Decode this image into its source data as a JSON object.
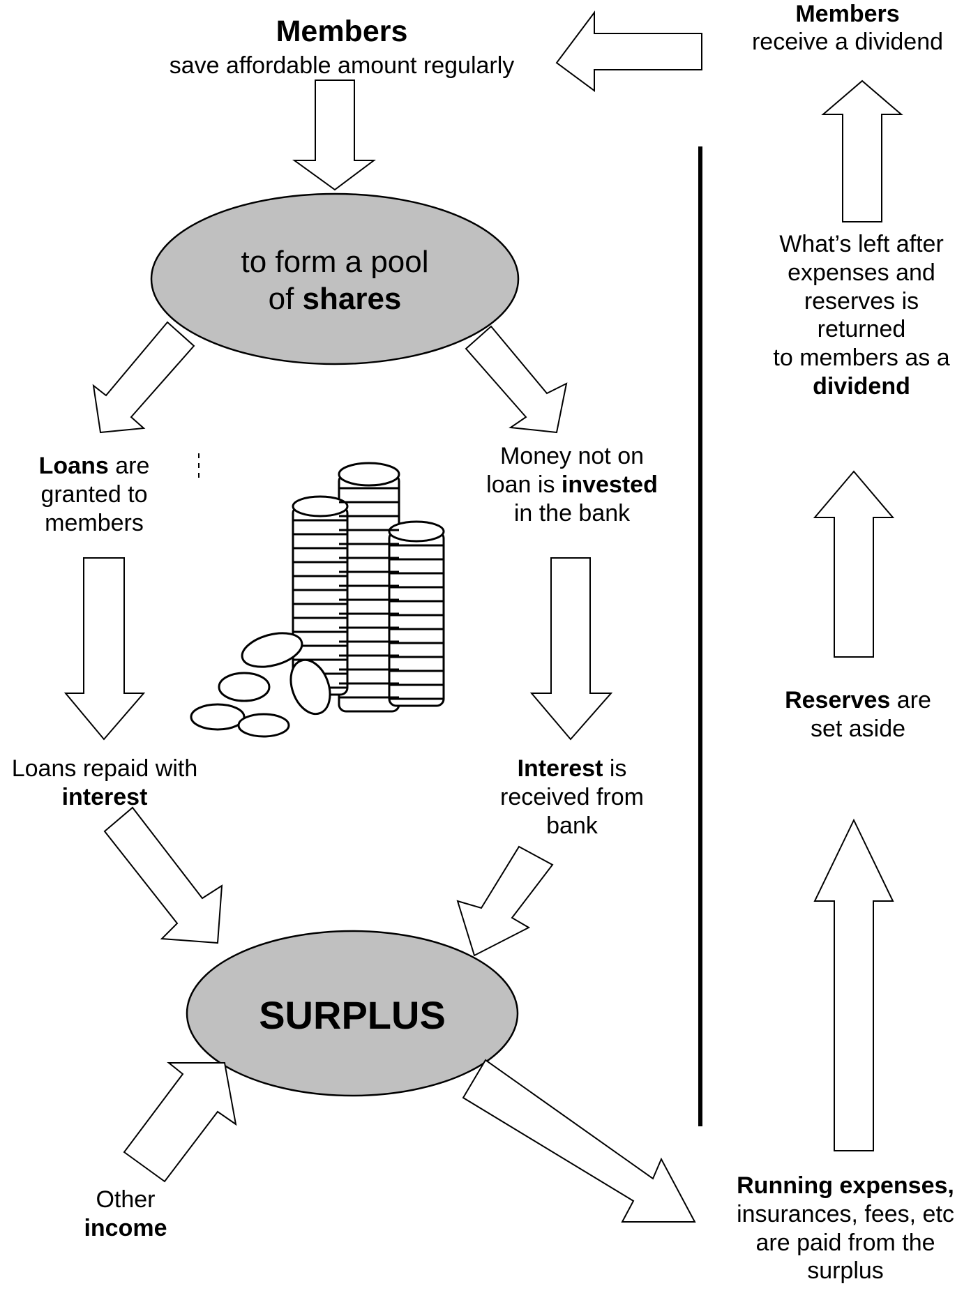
{
  "top_members": {
    "title": "Members",
    "subtitle": "save affordable amount regularly"
  },
  "dividend_members": {
    "title": "Members",
    "subtitle": "receive a dividend"
  },
  "pool": {
    "line1": "to form a pool",
    "line2_pre": "of ",
    "line2_bold": "shares"
  },
  "loans": {
    "bold": "Loans",
    "rest1": " are",
    "line2": "granted to",
    "line3": "members"
  },
  "invested": {
    "line1": "Money not on",
    "line2_pre": "loan is ",
    "line2_bold": "invested",
    "line3": "in the bank"
  },
  "repaid": {
    "line1": "Loans repaid with",
    "line2_bold": "interest"
  },
  "interest_bank": {
    "bold": "Interest",
    "rest1": " is",
    "line2": "received from",
    "line3": "bank"
  },
  "surplus": {
    "label": "SURPLUS"
  },
  "other_income": {
    "line1": "Other",
    "line2_bold": "income"
  },
  "running": {
    "bold": "Running expenses,",
    "line2": "insurances, fees, etc",
    "line3": "are paid from the",
    "line4": "surplus"
  },
  "reserves": {
    "bold": "Reserves",
    "rest1": " are",
    "line2": "set aside"
  },
  "whats_left": {
    "line1": "What’s left after",
    "line2": "expenses and",
    "line3": "reserves is",
    "line4": "returned",
    "line5": "to members as a",
    "line6_bold": "dividend"
  },
  "icons": {
    "coins": "coin-stack-icon"
  }
}
